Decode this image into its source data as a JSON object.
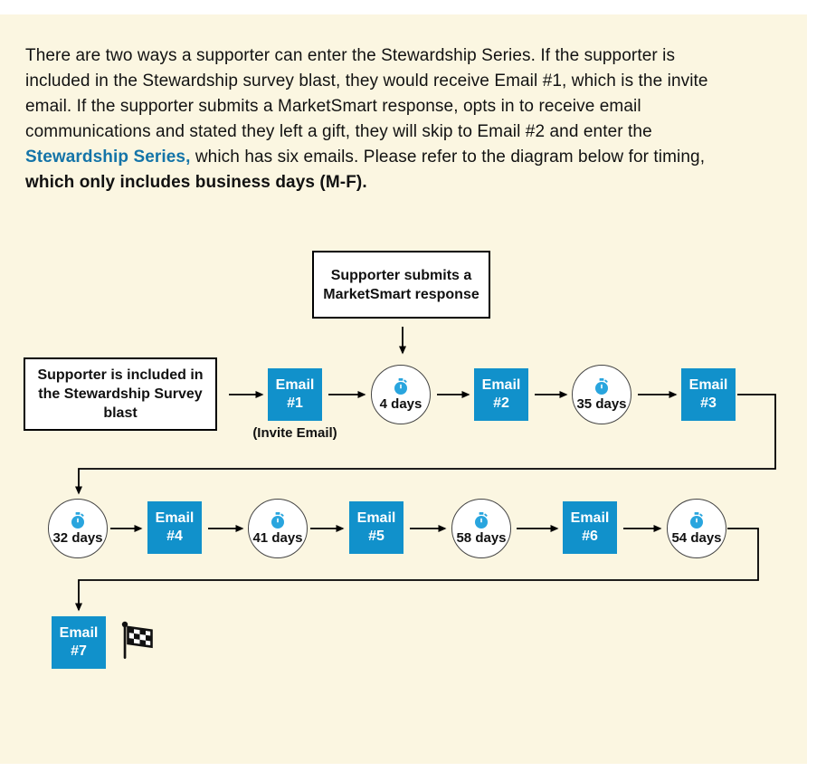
{
  "intro": {
    "part1": "There are two ways a supporter can enter the Stewardship Series. If the supporter is included in the Stewardship survey blast, they would receive Email #1, which is the invite email. If the supporter submits a MarketSmart response, opts in to receive email communications and stated they left a gift, they will skip to Email #2 and enter the ",
    "highlight": "Stewardship Series,",
    "part2": " which has six emails. Please refer to the diagram below for timing, ",
    "bold_note": "which only includes business days (M-F)."
  },
  "flow": {
    "entry_top_label": "Supporter submits a MarketSmart response",
    "entry_left_label": "Supporter is included in the Stewardship Survey blast",
    "invite_note": "(Invite Email)",
    "emails": [
      {
        "word": "Email",
        "num": "#1"
      },
      {
        "word": "Email",
        "num": "#2"
      },
      {
        "word": "Email",
        "num": "#3"
      },
      {
        "word": "Email",
        "num": "#4"
      },
      {
        "word": "Email",
        "num": "#5"
      },
      {
        "word": "Email",
        "num": "#6"
      },
      {
        "word": "Email",
        "num": "#7"
      }
    ],
    "delays": [
      {
        "label": "4 days"
      },
      {
        "label": "35 days"
      },
      {
        "label": "32 days"
      },
      {
        "label": "41 days"
      },
      {
        "label": "58 days"
      },
      {
        "label": "54 days"
      }
    ],
    "icons": {
      "timer": "stopwatch-icon",
      "finish": "checkered-flag-icon"
    }
  },
  "colors": {
    "panel_cream": "#FBF6E1",
    "email_box_blue": "#1191CB",
    "stopwatch_blue": "#29A5DE",
    "highlight_blue": "#1474A8",
    "line_black": "#000000"
  }
}
